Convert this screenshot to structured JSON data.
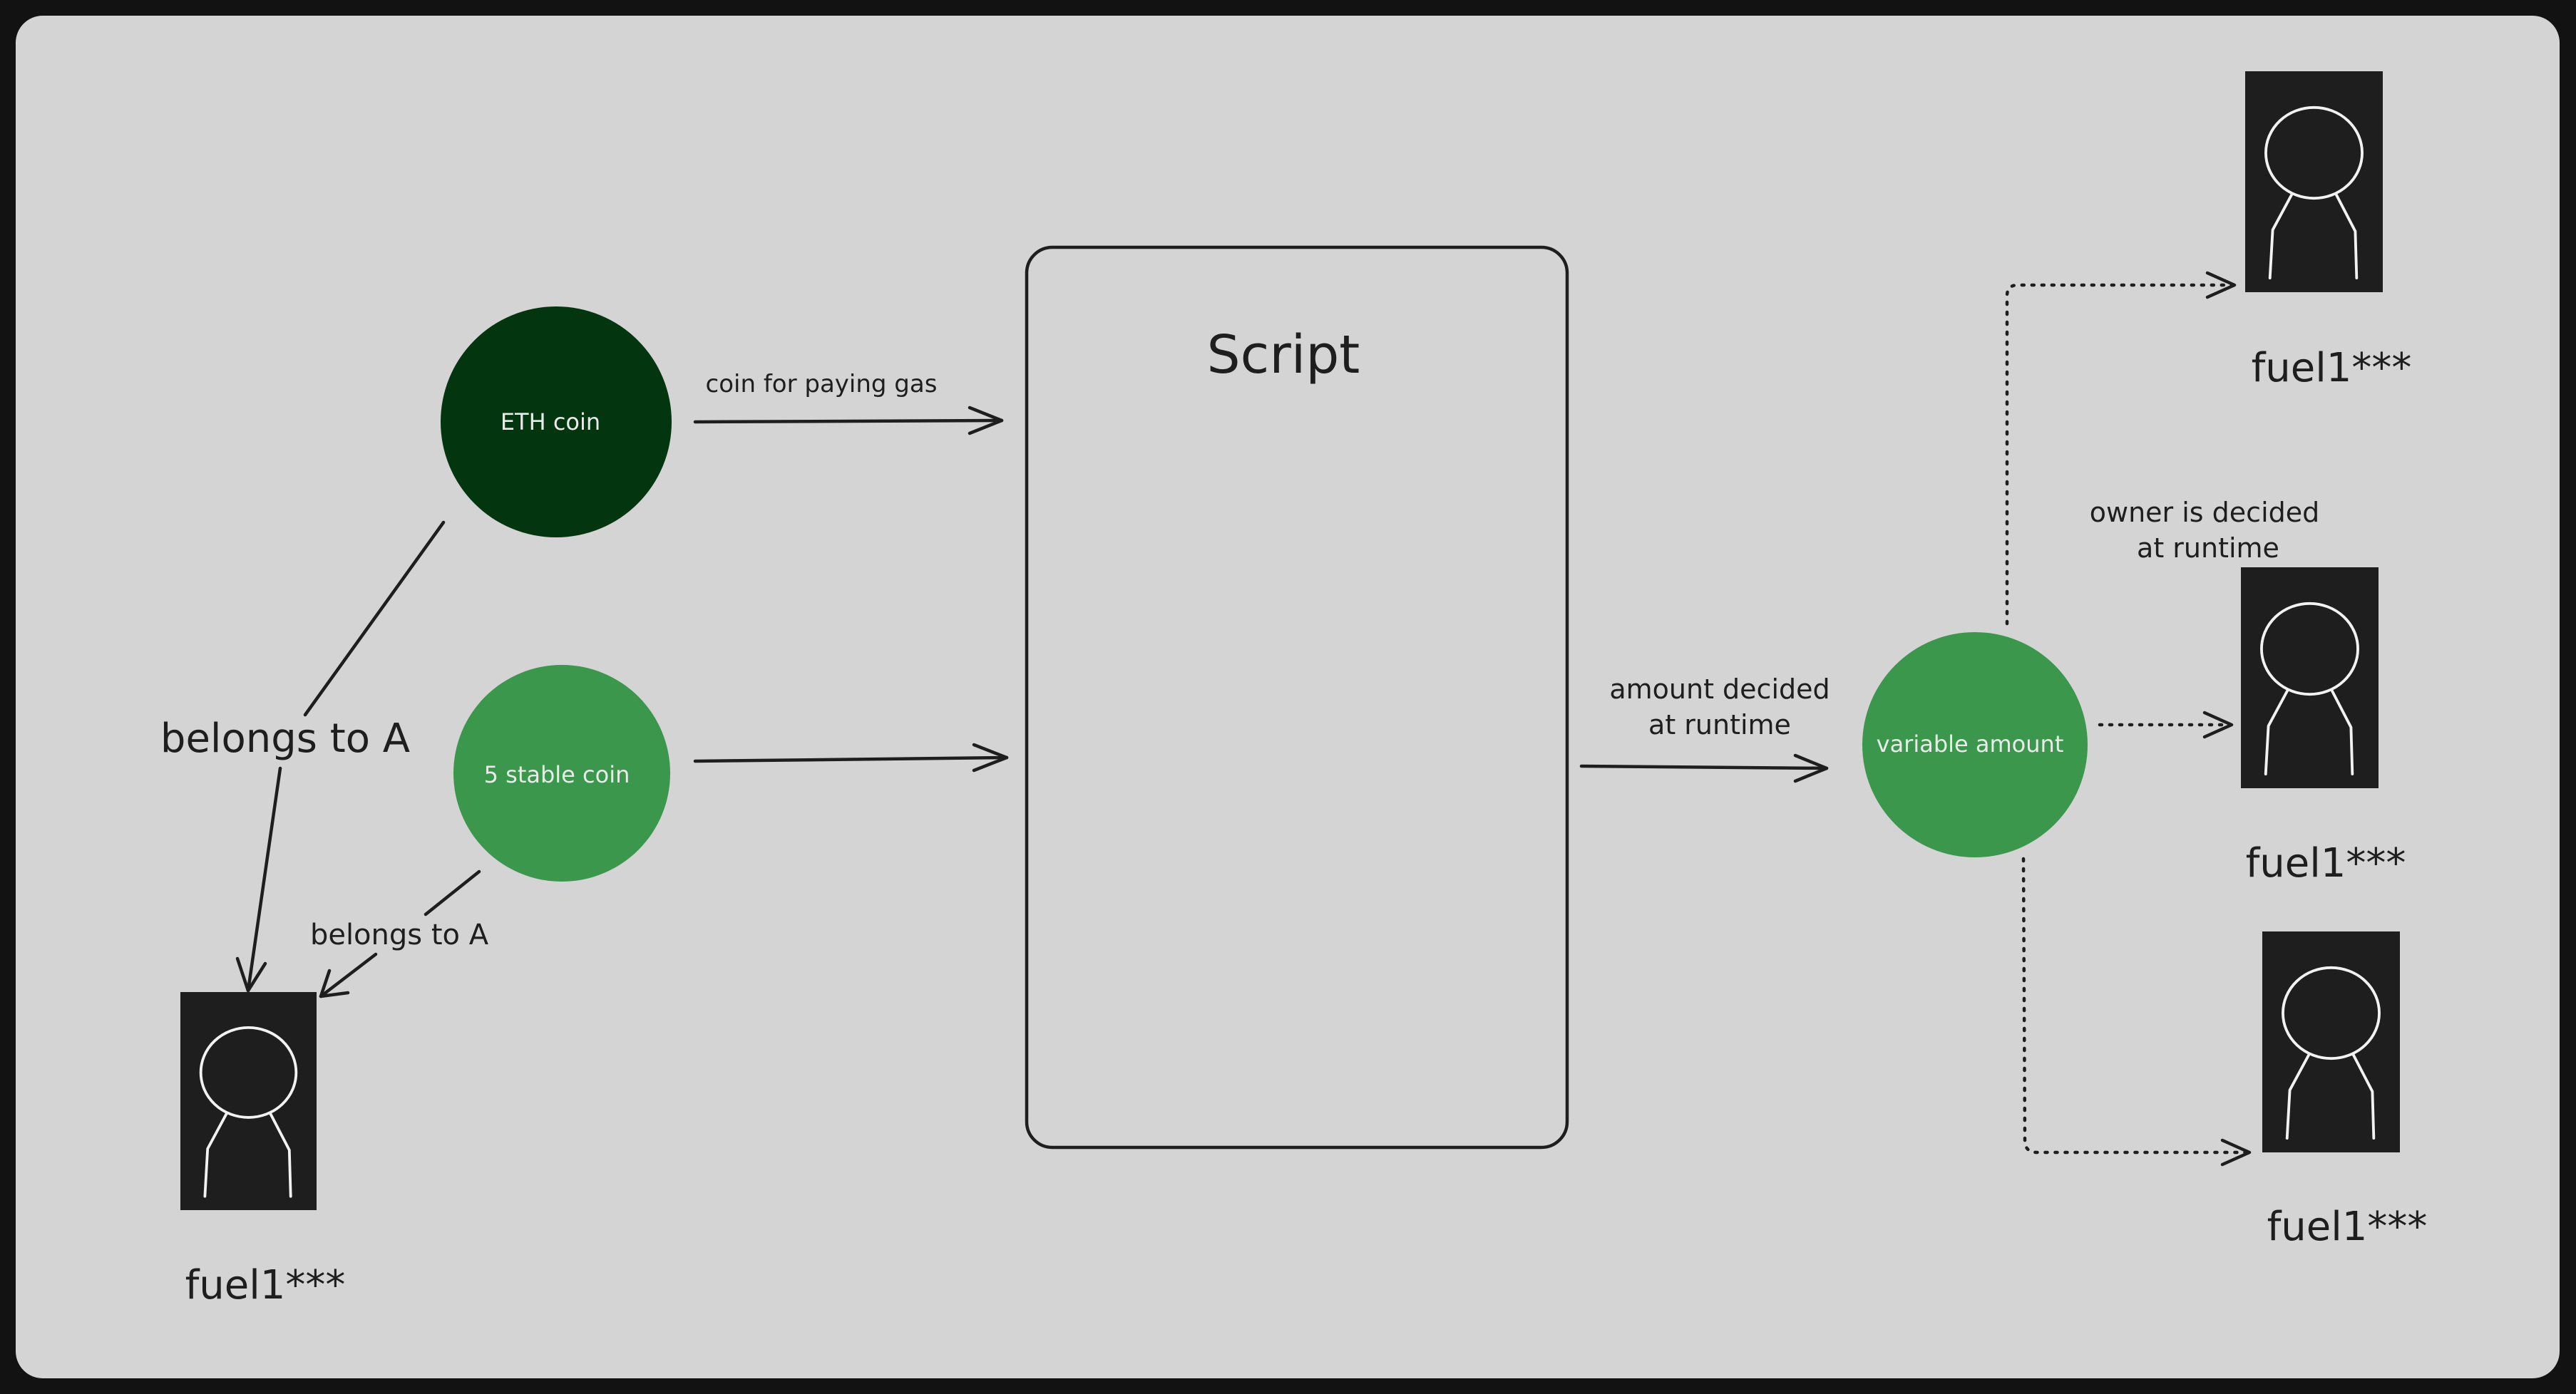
{
  "colors": {
    "frame_bg": "#121212",
    "canvas_bg": "#d4d4d4",
    "ink": "#1e1e1e",
    "coin_dark_green": "#03350f",
    "coin_green": "#3a974c",
    "avatar_bg": "#1e1e1e",
    "avatar_stroke": "#f2f2f2"
  },
  "script": {
    "title": "Script"
  },
  "coins": {
    "eth": {
      "label": "ETH coin"
    },
    "stable": {
      "label": "5 stable coin"
    },
    "output": {
      "label": "variable amount"
    }
  },
  "arrows": {
    "gas": {
      "label": "coin for paying gas"
    },
    "output": {
      "label_line1": "amount decided",
      "label_line2": "at runtime"
    },
    "owner": {
      "label_line1": "owner is decided",
      "label_line2": "at runtime"
    }
  },
  "owner_left": {
    "belongs_main": "belongs to A",
    "belongs_small": "belongs to A",
    "name": "fuel1***",
    "icon": "person-icon"
  },
  "recipients": [
    {
      "name": "fuel1***",
      "icon": "person-icon"
    },
    {
      "name": "fuel1***",
      "icon": "person-icon"
    },
    {
      "name": "fuel1***",
      "icon": "person-icon"
    }
  ]
}
